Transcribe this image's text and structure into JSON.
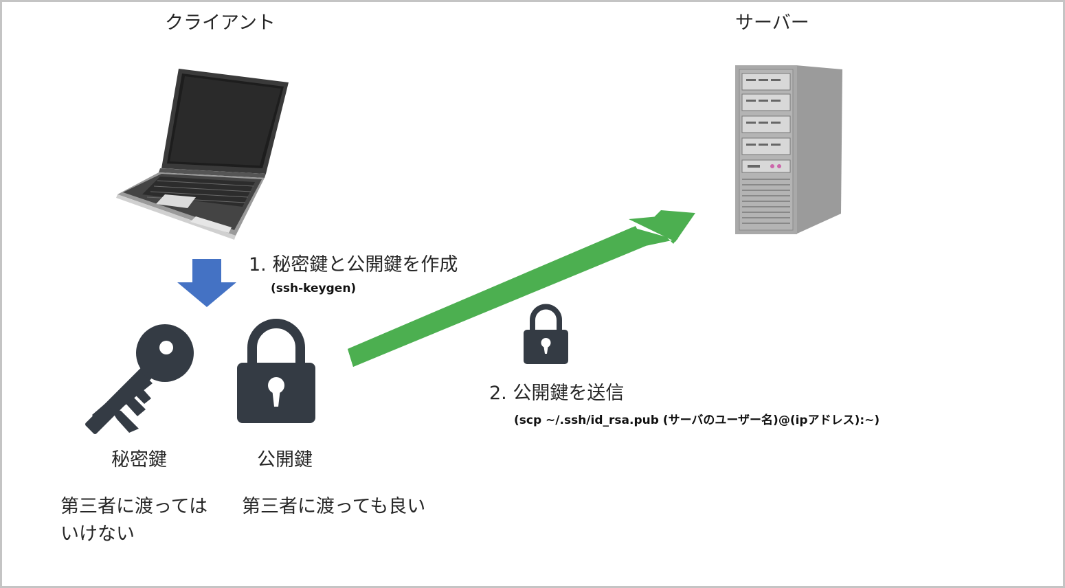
{
  "client": {
    "title": "クライアント"
  },
  "server": {
    "title": "サーバー"
  },
  "step1": {
    "label": "1. 秘密鍵と公開鍵を作成",
    "command": "(ssh-keygen)"
  },
  "step2": {
    "label": "2. 公開鍵を送信",
    "command": "(scp ~/.ssh/id_rsa.pub (サーバのユーザー名)@(ipアドレス):~)"
  },
  "private_key": {
    "label": "秘密鍵",
    "note_line1": "第三者に渡っては",
    "note_line2": "いけない"
  },
  "public_key": {
    "label": "公開鍵",
    "note": "第三者に渡っても良い"
  },
  "colors": {
    "arrow_down": "#4472c4",
    "arrow_send": "#4caf50",
    "icon_dark": "#343b44",
    "frame": "#c4c4c4"
  },
  "icons": [
    "laptop-icon",
    "server-icon",
    "key-icon",
    "padlock-icon",
    "down-arrow-icon",
    "send-arrow-icon"
  ]
}
